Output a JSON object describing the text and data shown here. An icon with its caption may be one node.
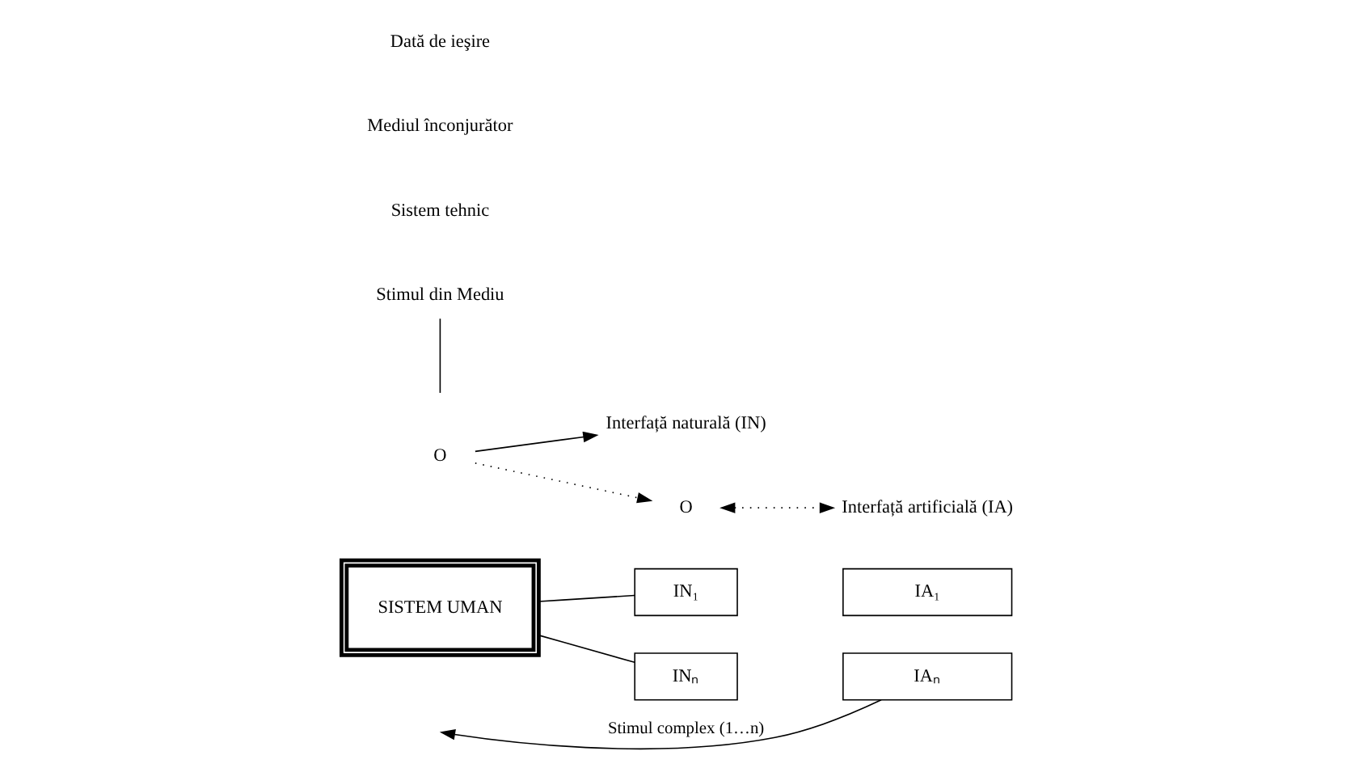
{
  "diagram": {
    "nodes": [
      {
        "text": [
          "SISTEM UMAN"
        ]
      },
      {
        "text": [
          "IN₁"
        ]
      },
      {
        "text": [
          "INₙ"
        ]
      },
      {
        "text": [
          "IA₁"
        ]
      },
      {
        "text": [
          "IAₙ"
        ]
      },
      {
        "text": [
          "Interfață artificială (IA)"
        ]
      },
      {
        "text": [
          "Interfață naturală (IN)"
        ]
      },
      {
        "text": [
          "O"
        ]
      },
      {
        "text": [
          "O"
        ]
      },
      {
        "text": [
          "Stimul din Mediu"
        ]
      }
    ],
    "edges": [
      {
        "from": 0,
        "to": 1,
        "arrow": "none"
      },
      {
        "from": 0,
        "to": 2,
        "arrow": "none"
      },
      {
        "from": 4,
        "to": null,
        "arrow": "to",
        "label": "Stimul complex (1…n)"
      },
      {
        "from": 7,
        "to": 6,
        "arrow": "to"
      },
      {
        "from": 7,
        "to": 8,
        "arrow": "to",
        "style": "dashed"
      },
      {
        "from": 8,
        "to": 5,
        "arrow": "both",
        "style": "dashed"
      },
      {
        "from": 9,
        "to": null,
        "arrow": "none"
      }
    ],
    "labels": [
      "Sistem tehnic",
      "Mediul înconjurător",
      "Dată de ieşire"
    ]
  }
}
